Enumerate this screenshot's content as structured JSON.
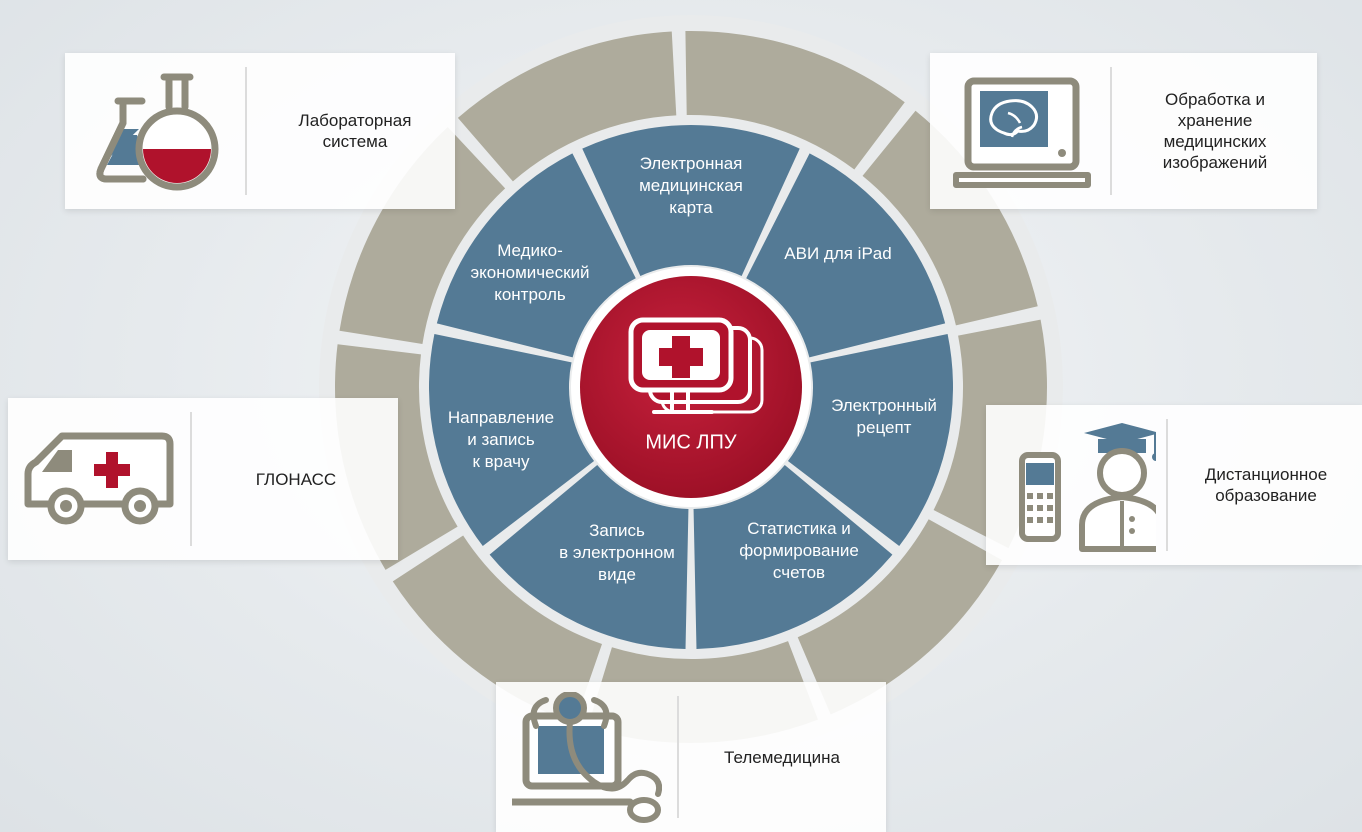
{
  "center": {
    "label": "МИС ЛПУ",
    "icon": "medical-monitor-icon",
    "color": "#b0122c"
  },
  "segments": [
    {
      "id": "emk",
      "label": "Электронная\nмедицинская\nкарта"
    },
    {
      "id": "avi",
      "label": "АВИ для iPad"
    },
    {
      "id": "recipe",
      "label": "Электронный\nрецепт"
    },
    {
      "id": "stats",
      "label": "Статистика и\nформирование\nсчетов"
    },
    {
      "id": "zapis",
      "label": "Запись\nв электронном\nвиде"
    },
    {
      "id": "napr",
      "label": "Направление\nи запись\nк врачу"
    },
    {
      "id": "mek",
      "label": "Медико-\nэкономический\nконтроль"
    }
  ],
  "cards": {
    "lab": {
      "label": "Лабораторная\nсистема",
      "icon": "lab-flasks-icon"
    },
    "images": {
      "label": "Обработка и\nхранение\nмедицинских\nизображений",
      "icon": "monitor-brain-icon"
    },
    "glonass": {
      "label": "ГЛОНАСС",
      "icon": "ambulance-icon"
    },
    "education": {
      "label": "Дистанционное\nобразование",
      "icon": "graduate-phone-icon"
    },
    "telemed": {
      "label": "Телемедицина",
      "icon": "monitor-stethoscope-icon"
    }
  },
  "colors": {
    "segment": "#547a95",
    "ring": "#aeab9c",
    "accent": "#b0122c"
  }
}
